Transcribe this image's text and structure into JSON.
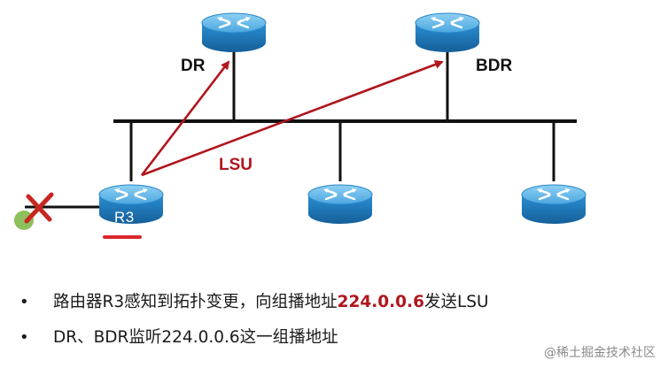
{
  "diagram": {
    "routers": {
      "dr": "DR",
      "bdr": "BDR",
      "r3": "R3"
    },
    "message_label": "LSU",
    "colors": {
      "router_top": "#5bb4e6",
      "router_body": "#1f7ec2",
      "arrow": "#b0161e",
      "link": "#111111",
      "fail_mark": "#c8261f",
      "fail_dot": "#8dbf5c",
      "underline": "#d9262b"
    }
  },
  "bullets": [
    {
      "before": "路由器R3感知到拓扑变更，向组播地址",
      "highlight": "224.0.0.6",
      "after": "发送LSU"
    },
    {
      "before": "DR、BDR监听224.0.0.6这一组播地址",
      "highlight": "",
      "after": ""
    }
  ],
  "watermark": "@稀土掘金技术社区"
}
